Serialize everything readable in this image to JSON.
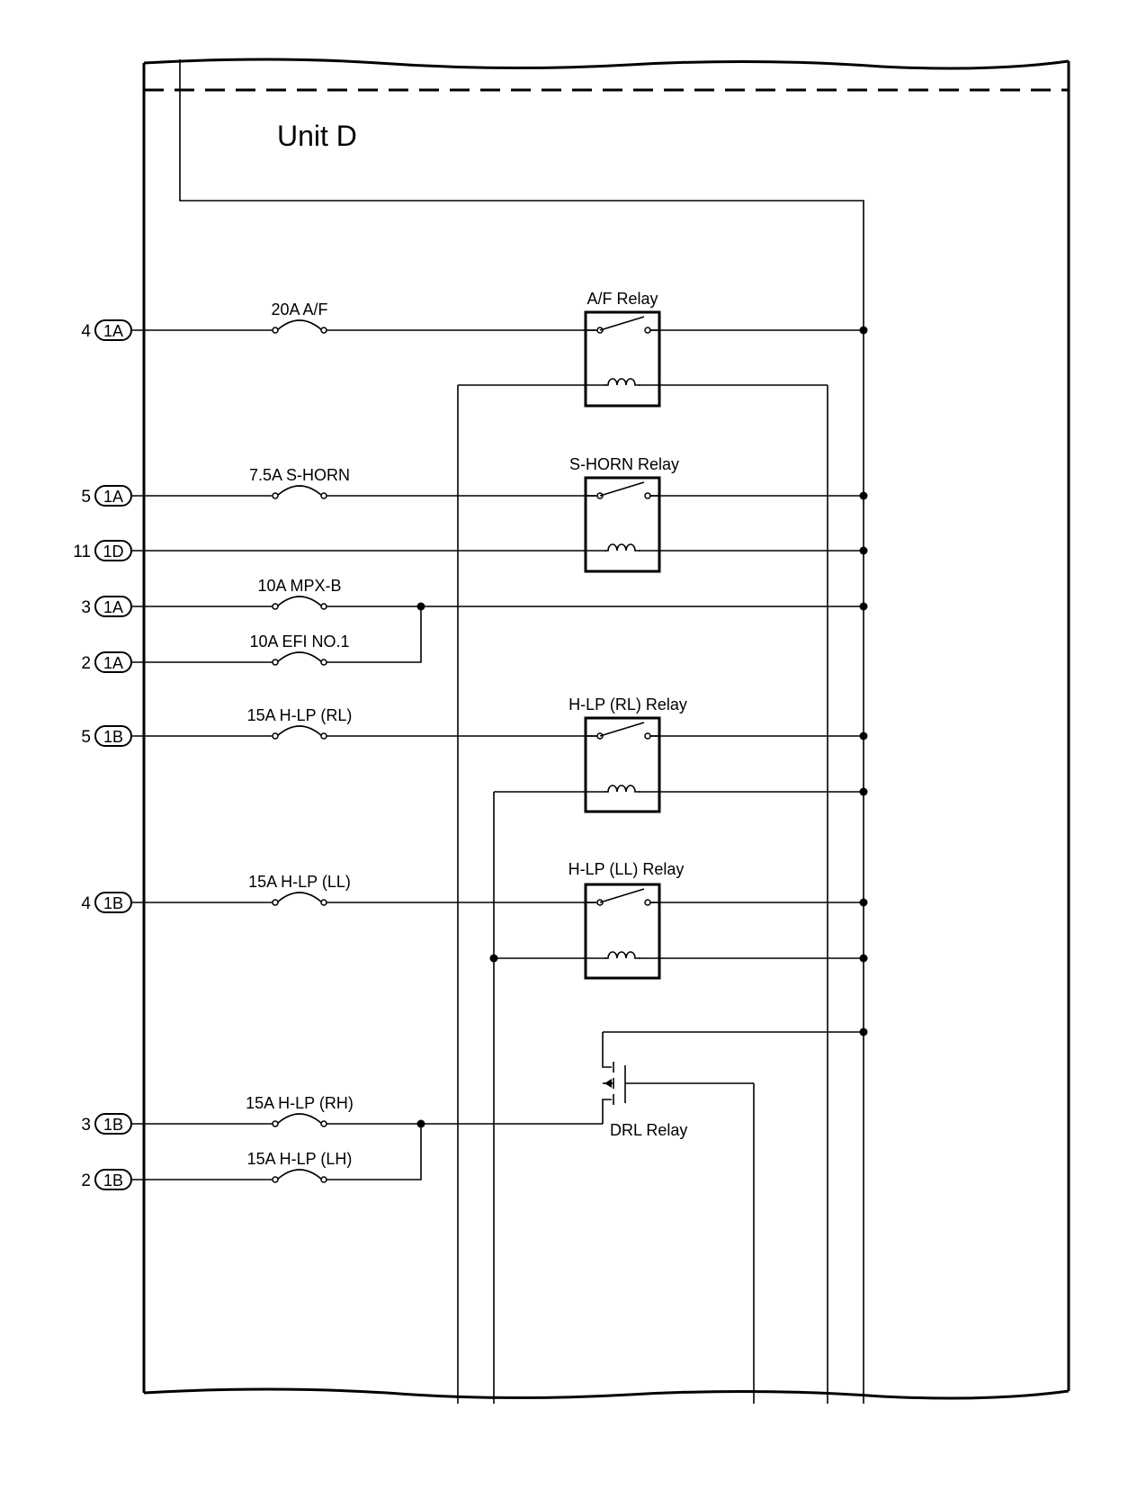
{
  "unit_label": "Unit D",
  "fuses": [
    {
      "label": "20A A/F",
      "pin": "4",
      "connector": "1A"
    },
    {
      "label": "7.5A S-HORN",
      "pin": "5",
      "connector": "1A"
    },
    {
      "label": "10A MPX-B",
      "pin": "3",
      "connector": "1A"
    },
    {
      "label": "10A EFI NO.1",
      "pin": "2",
      "connector": "1A"
    },
    {
      "label": "15A H-LP (RL)",
      "pin": "5",
      "connector": "1B"
    },
    {
      "label": "15A H-LP (LL)",
      "pin": "4",
      "connector": "1B"
    },
    {
      "label": "15A H-LP (RH)",
      "pin": "3",
      "connector": "1B"
    },
    {
      "label": "15A H-LP (LH)",
      "pin": "2",
      "connector": "1B"
    }
  ],
  "extra_terminal": {
    "pin": "11",
    "connector": "1D"
  },
  "relays": [
    {
      "label": "A/F Relay"
    },
    {
      "label": "S-HORN Relay"
    },
    {
      "label": "H-LP (RL) Relay"
    },
    {
      "label": "H-LP (LL) Relay"
    },
    {
      "label": "DRL Relay"
    }
  ]
}
